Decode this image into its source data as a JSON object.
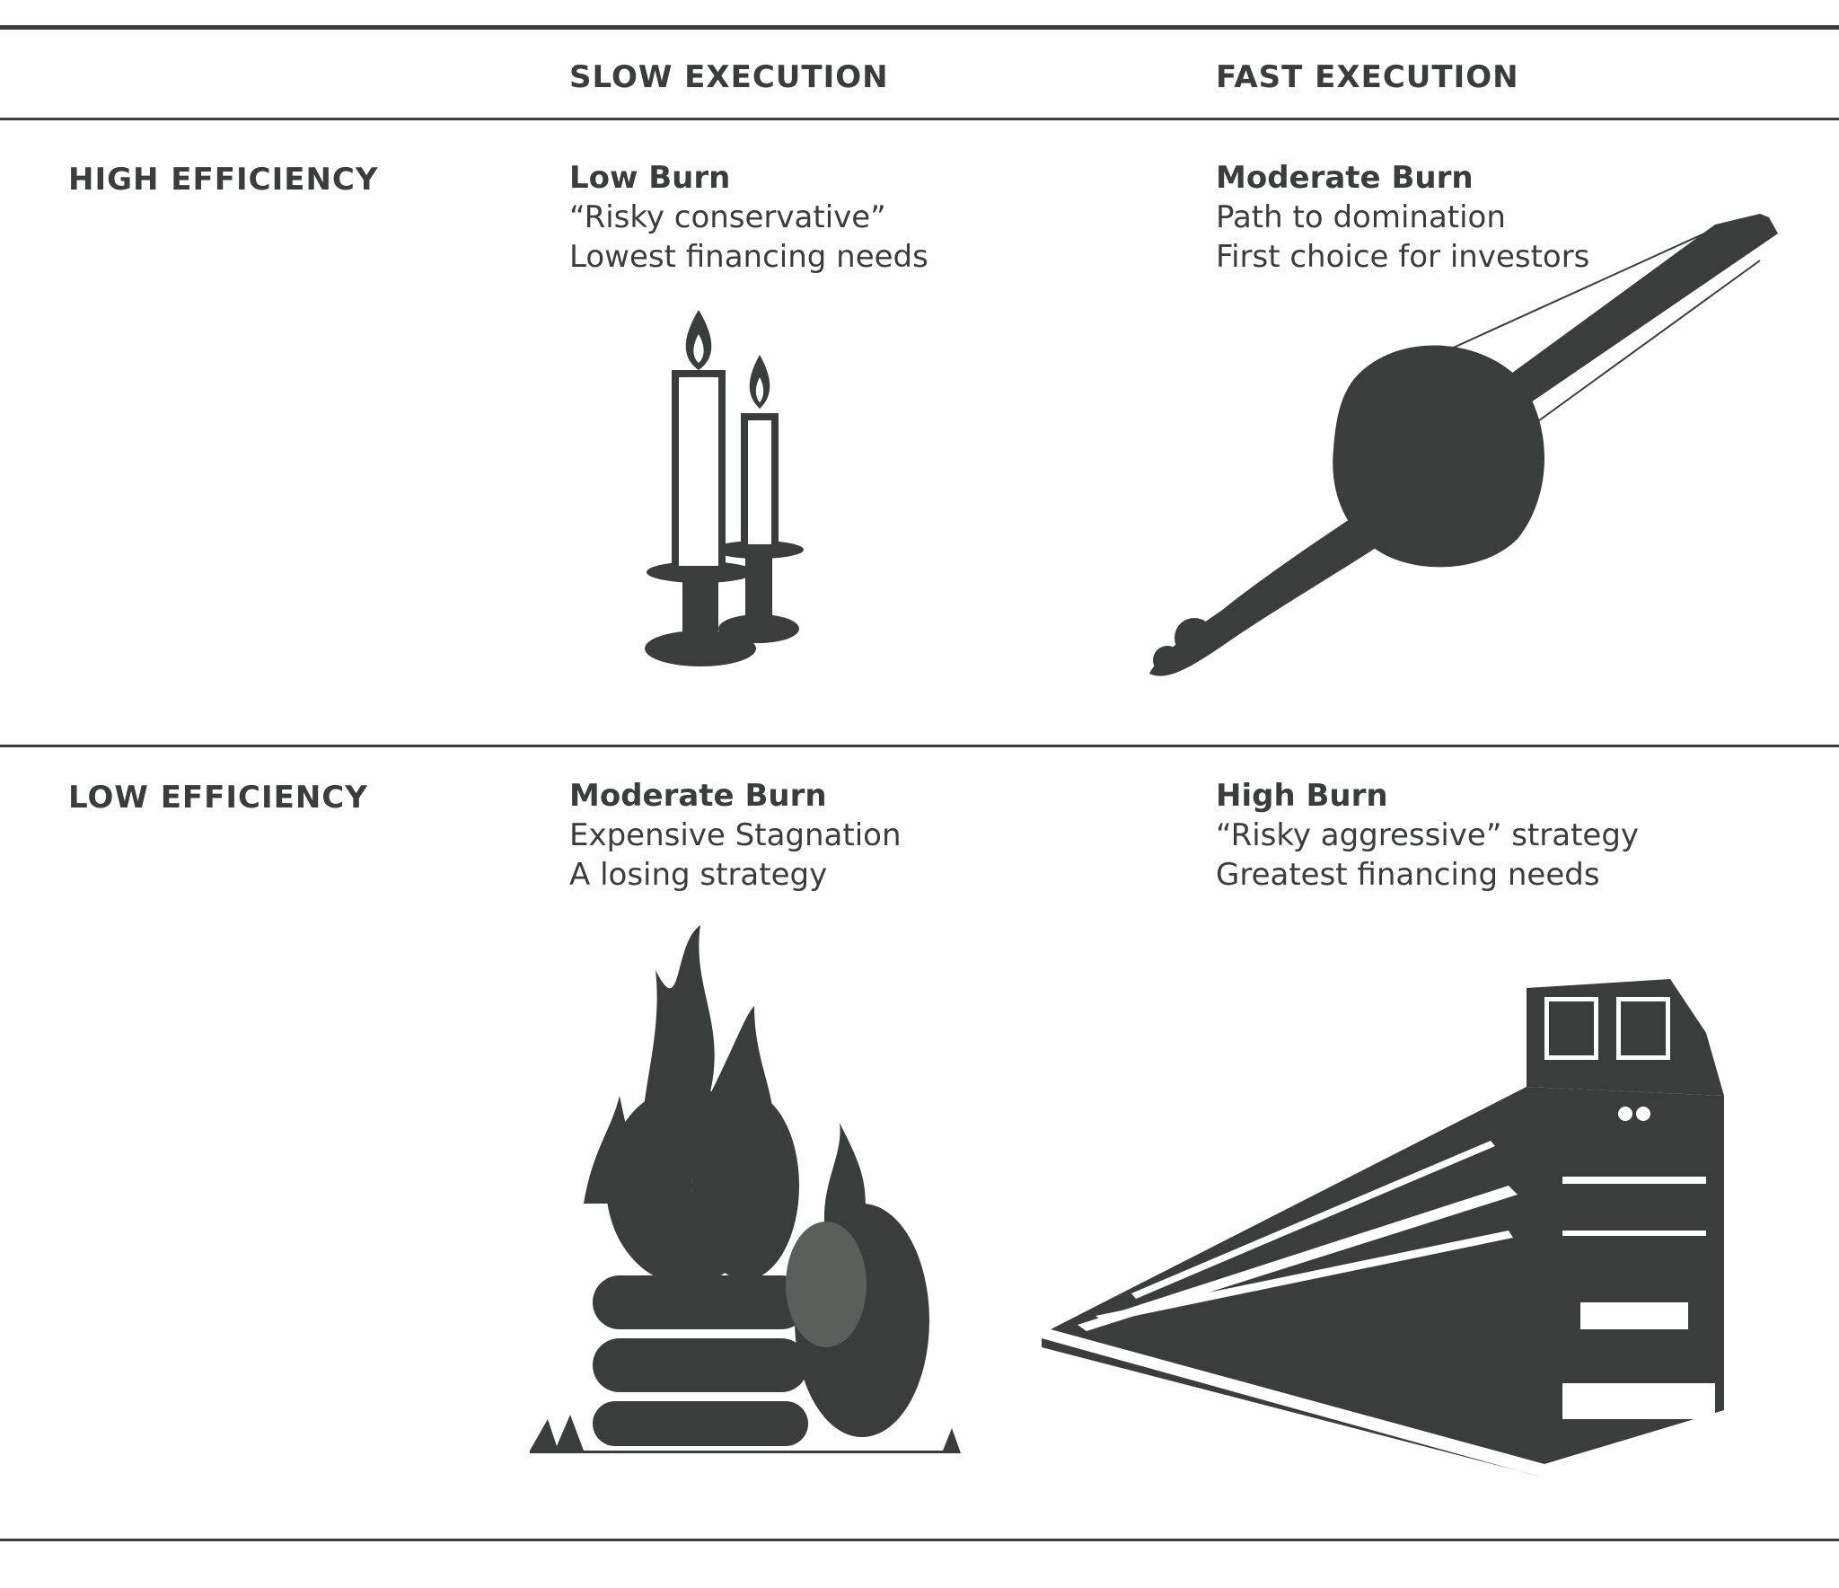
{
  "columns": [
    "SLOW EXECUTION",
    "FAST EXECUTION"
  ],
  "rows": [
    "HIGH EFFICIENCY",
    "LOW EFFICIENCY"
  ],
  "cells": {
    "high_slow": {
      "title": "Low Burn",
      "line1": "“Risky conservative”",
      "line2": "Lowest financing needs",
      "icon": "candles-icon"
    },
    "high_fast": {
      "title": "Moderate Burn",
      "line1": "Path to domination",
      "line2": "First choice for investors",
      "icon": "rocket-icon"
    },
    "low_slow": {
      "title": "Moderate Burn",
      "line1": "Expensive Stagnation",
      "line2": "A losing strategy",
      "icon": "burning-tires-icon"
    },
    "low_fast": {
      "title": "High Burn",
      "line1": "“Risky aggressive” strategy",
      "line2": "Greatest financing needs",
      "icon": "train-icon"
    }
  },
  "colors": {
    "ink": "#3a3d3b",
    "background": "#ffffff"
  }
}
